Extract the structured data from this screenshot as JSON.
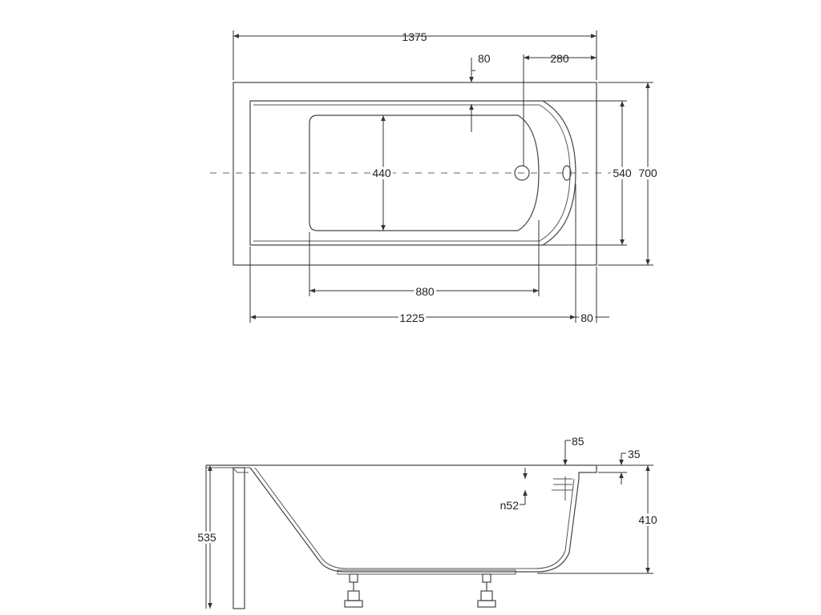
{
  "top_view": {
    "dim_total_length": "1375",
    "dim_overflow_offset": "80",
    "dim_drain_from_end": "280",
    "dim_inner_width_bottom": "440",
    "dim_inner_width_top": "540",
    "dim_total_width": "700",
    "dim_bottom_length": "880",
    "dim_inner_length": "1225",
    "dim_end_rim": "80"
  },
  "side_view": {
    "dim_overflow_depth": "85",
    "dim_rim_thickness": "35",
    "dim_overflow_diameter": "n52",
    "dim_total_height": "535",
    "dim_tub_depth": "410"
  }
}
